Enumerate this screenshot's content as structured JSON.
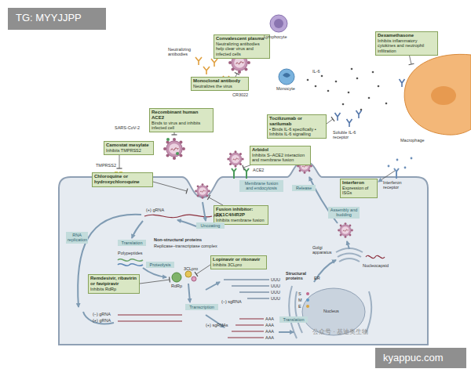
{
  "diagram": {
    "nodes": [
      {
        "text": [
          "Convalescent plasma",
          "Neutralizing antibodies help clear virus and infected cells"
        ]
      },
      {
        "text": [
          "Dexamethasone",
          "Inhibits inflammatory cytokines and neutrophil infiltration"
        ]
      },
      {
        "text": [
          "Monoclonal antibody",
          "Neutralizes the virus"
        ]
      },
      {
        "text": [
          "Recombinant human ACE2",
          "Binds to virus and inhibits infected cell"
        ]
      },
      {
        "text": [
          "Tocilizumab or sarilumab",
          "• Binds IL-6 specifically • Inhibits IL-6 signalling"
        ]
      },
      {
        "text": [
          "Camostat mesylate",
          "Inhibits TMPRSS2"
        ]
      },
      {
        "text": [
          "Arbidol",
          "Inhibits S–ACE2 interaction and membrane fusion"
        ]
      },
      {
        "text": [
          "Chloroquine or hydroxychloroquine"
        ]
      },
      {
        "text": [
          "Membrane fusion and endocytosis"
        ]
      },
      {
        "text": [
          "Interferon",
          "Expression of ISGs"
        ]
      },
      {
        "text": [
          "Fusion inhibitor: EK1C4/HR2P",
          "Inhibits membrane fusion"
        ]
      },
      {
        "text": [
          "Release"
        ]
      },
      {
        "text": [
          "Assembly and budding"
        ]
      },
      {
        "text": [
          "Uncoating"
        ]
      },
      {
        "text": [
          "RNA replication"
        ]
      },
      {
        "text": [
          "Translation"
        ]
      },
      {
        "text": [
          "Lopinavir or ritonavir",
          "Inhibits 3CLpro"
        ]
      },
      {
        "text": [
          "Proteolysis"
        ]
      },
      {
        "text": [
          "Remdesivir, ribavirin or favipiravir",
          "Inhibits RdRp"
        ]
      },
      {
        "text": [
          "Transcription"
        ]
      },
      {
        "text": [
          "Translation"
        ]
      }
    ],
    "labels": [
      "TG: MYYJJPP",
      "Lymphocyte",
      "Monocyte",
      "IL-6",
      "Neutralizing antibodies",
      "CR3022",
      "Soluble IL-6 receptor",
      "Macrophage",
      "SARS-CoV-2",
      "TMPRSS2",
      "ACE2",
      "Interferon receptor",
      "(+) gRNA",
      "AAA",
      "Non-structural proteins",
      "Replicase–transcriptase complex",
      "Polypeptides",
      "3CLpro",
      "RdRp",
      "UUU",
      "UUU",
      "UUU",
      "UUU",
      "(–) sgRNA",
      "Structural proteins",
      "ER",
      "Golgi apparatus",
      "Nucleocapsid",
      "S",
      "M",
      "E",
      "(–) gRNA",
      "(+) gRNA",
      "(+) sgRNAs",
      "AAA",
      "AAA",
      "AAA",
      "AAA",
      "Nucleus",
      "公众号 · 基迪奥生物",
      "kyappuc.com"
    ]
  }
}
